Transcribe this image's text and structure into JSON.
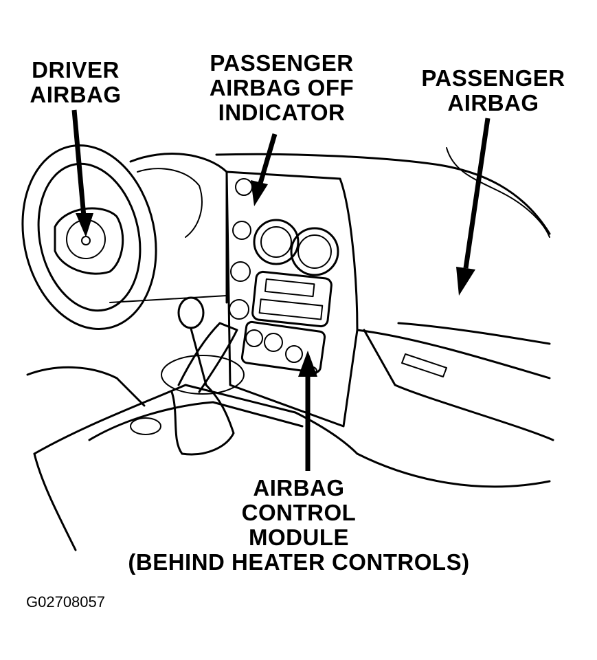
{
  "labels": {
    "driver_airbag": [
      "DRIVER",
      "AIRBAG"
    ],
    "passenger_off_indicator": [
      "PASSENGER",
      "AIRBAG OFF",
      "INDICATOR"
    ],
    "passenger_airbag": [
      "PASSENGER",
      "AIRBAG"
    ],
    "control_module": [
      "AIRBAG",
      "CONTROL",
      "MODULE",
      "(BEHIND HEATER CONTROLS)"
    ]
  },
  "figure_code": "G02708057"
}
